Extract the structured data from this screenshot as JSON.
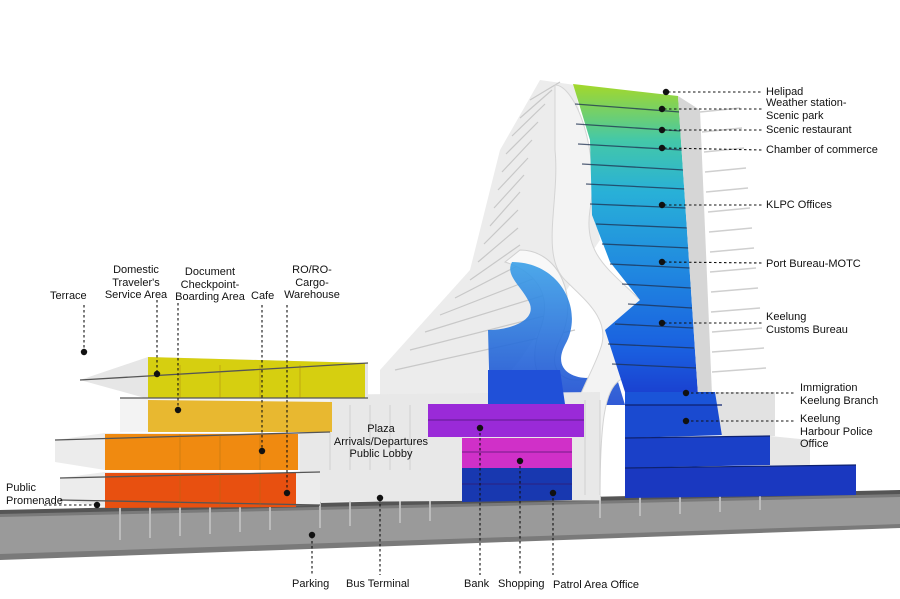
{
  "labels": {
    "terrace": "Terrace",
    "domestic": "Domestic\nTraveler's\nService Area",
    "document": "Document\nCheckpoint-\nBoarding Area",
    "cafe": "Cafe",
    "roro": "RO/RO-\nCargo-\nWarehouse",
    "promenade": "Public\nPromenade",
    "plaza": "Plaza\nArrivals/Departures\nPublic Lobby",
    "parking": "Parking",
    "bus_terminal": "Bus Terminal",
    "bank": "Bank",
    "shopping": "Shopping",
    "patrol": "Patrol Area Office",
    "helipad": "Helipad",
    "weather": "Weather station-\nScenic park",
    "restaurant": "Scenic restaurant",
    "chamber": "Chamber of commerce",
    "klpc": "KLPC Offices",
    "port_bureau": "Port Bureau-MOTC",
    "customs": "Keelung\nCustoms Bureau",
    "immigration": "Immigration\nKeelung Branch",
    "police": "Keelung\nHarbour Police\nOffice"
  },
  "colors": {
    "podium_yellow": "#d4cc10",
    "podium_gold": "#e8b830",
    "podium_orange": "#f08a10",
    "podium_red": "#e85010",
    "purple": "#9a2ad8",
    "magenta": "#d030c8",
    "navy": "#1838b0",
    "tower_green": "#9ad830",
    "tower_teal": "#38c8c0",
    "tower_blue": "#2080e0",
    "deep_blue": "#1a4ad8"
  }
}
